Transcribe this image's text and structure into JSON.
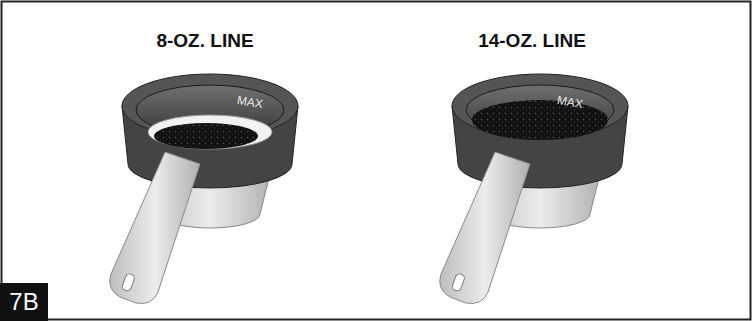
{
  "diagram": {
    "nodes": [
      {
        "text": [
          "7B"
        ]
      }
    ],
    "labels": [
      "8-OZ. LINE",
      "14-OZ. LINE",
      "MAX",
      "MAX"
    ]
  }
}
